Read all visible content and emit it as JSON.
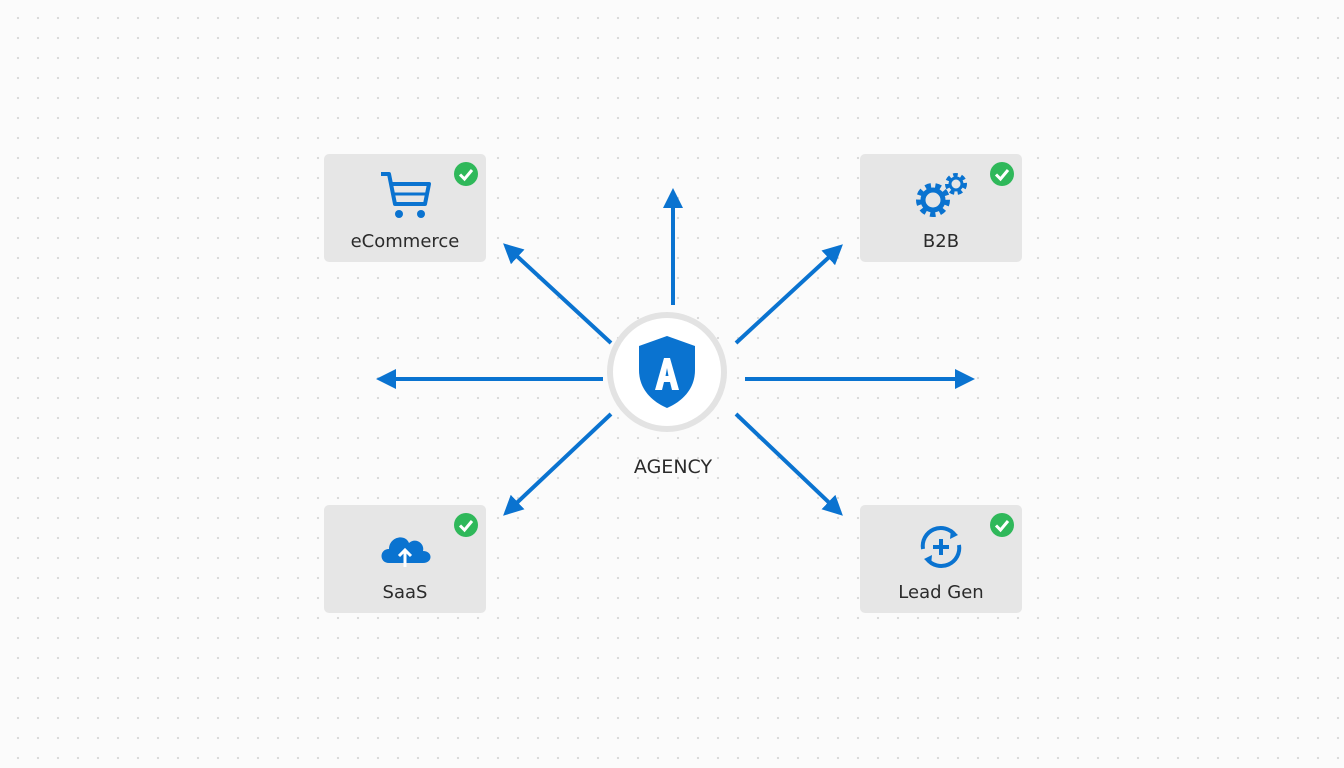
{
  "center": {
    "label": "AGENCY",
    "icon": "shield-a-icon"
  },
  "nodes": [
    {
      "label": "eCommerce",
      "icon": "shopping-cart-icon",
      "status": "check-icon"
    },
    {
      "label": "B2B",
      "icon": "gears-icon",
      "status": "check-icon"
    },
    {
      "label": "SaaS",
      "icon": "cloud-upload-icon",
      "status": "check-icon"
    },
    {
      "label": "Lead Gen",
      "icon": "refresh-plus-icon",
      "status": "check-icon"
    }
  ],
  "colors": {
    "accent": "#0a73d0",
    "check": "#2fb85a",
    "card": "#e6e6e6"
  }
}
